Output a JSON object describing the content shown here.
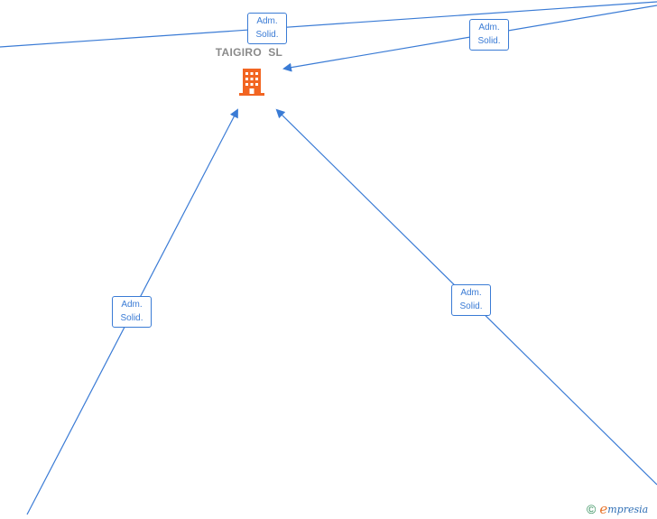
{
  "company": {
    "name": "TAIGIRO  SL",
    "icon": "building-icon",
    "color": "#f26522"
  },
  "relations": [
    {
      "line1": "Adm.",
      "line2": "Solid."
    },
    {
      "line1": "Adm.",
      "line2": "Solid."
    },
    {
      "line1": "Adm.",
      "line2": "Solid."
    },
    {
      "line1": "Adm.",
      "line2": "Solid."
    }
  ],
  "edge_color": "#3a7bd5",
  "footer": {
    "copyright": "©",
    "brand_initial": "e",
    "brand_rest": "mpresia"
  }
}
